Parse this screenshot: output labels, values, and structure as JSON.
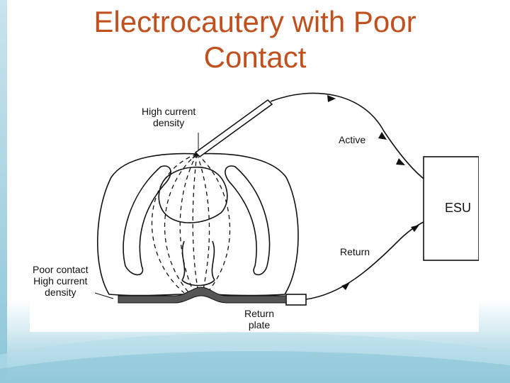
{
  "title": {
    "line1": "Electrocautery with Poor",
    "line2": "Contact"
  },
  "diagram": {
    "labels": {
      "high_current_density_top": [
        "High current",
        "density"
      ],
      "active": "Active",
      "esu": "ESU",
      "return": "Return",
      "poor_contact": [
        "Poor contact",
        "High current",
        "density"
      ],
      "return_plate": [
        "Return",
        "plate"
      ]
    }
  },
  "colors": {
    "title": "#c0501e",
    "accent_bottom": "#8cc6d8",
    "line": "#111111"
  }
}
